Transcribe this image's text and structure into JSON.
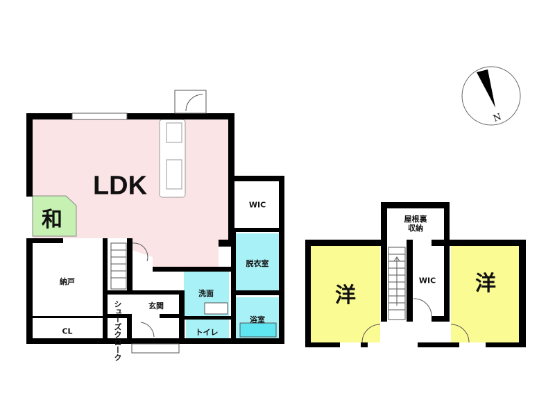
{
  "colors": {
    "ldk": "#fbe4e6",
    "washitsu": "#c7f0b3",
    "water": "#a8f1f6",
    "western": "#fbfb94",
    "wall": "#000000"
  },
  "floor1": {
    "ldk": "LDK",
    "washitsu": "和",
    "nando": "納戸",
    "closet": "CL",
    "wic": "WIC",
    "dressing": "脱衣室",
    "washroom": "洗面",
    "bath": "浴室",
    "toilet": "トイレ",
    "entrance": "玄関",
    "shoe_closet": "シューズクローク"
  },
  "floor2": {
    "western_left": "洋",
    "western_right": "洋",
    "attic": "屋根裏\n収納",
    "wic": "WIC"
  },
  "compass": {
    "label": "N"
  }
}
